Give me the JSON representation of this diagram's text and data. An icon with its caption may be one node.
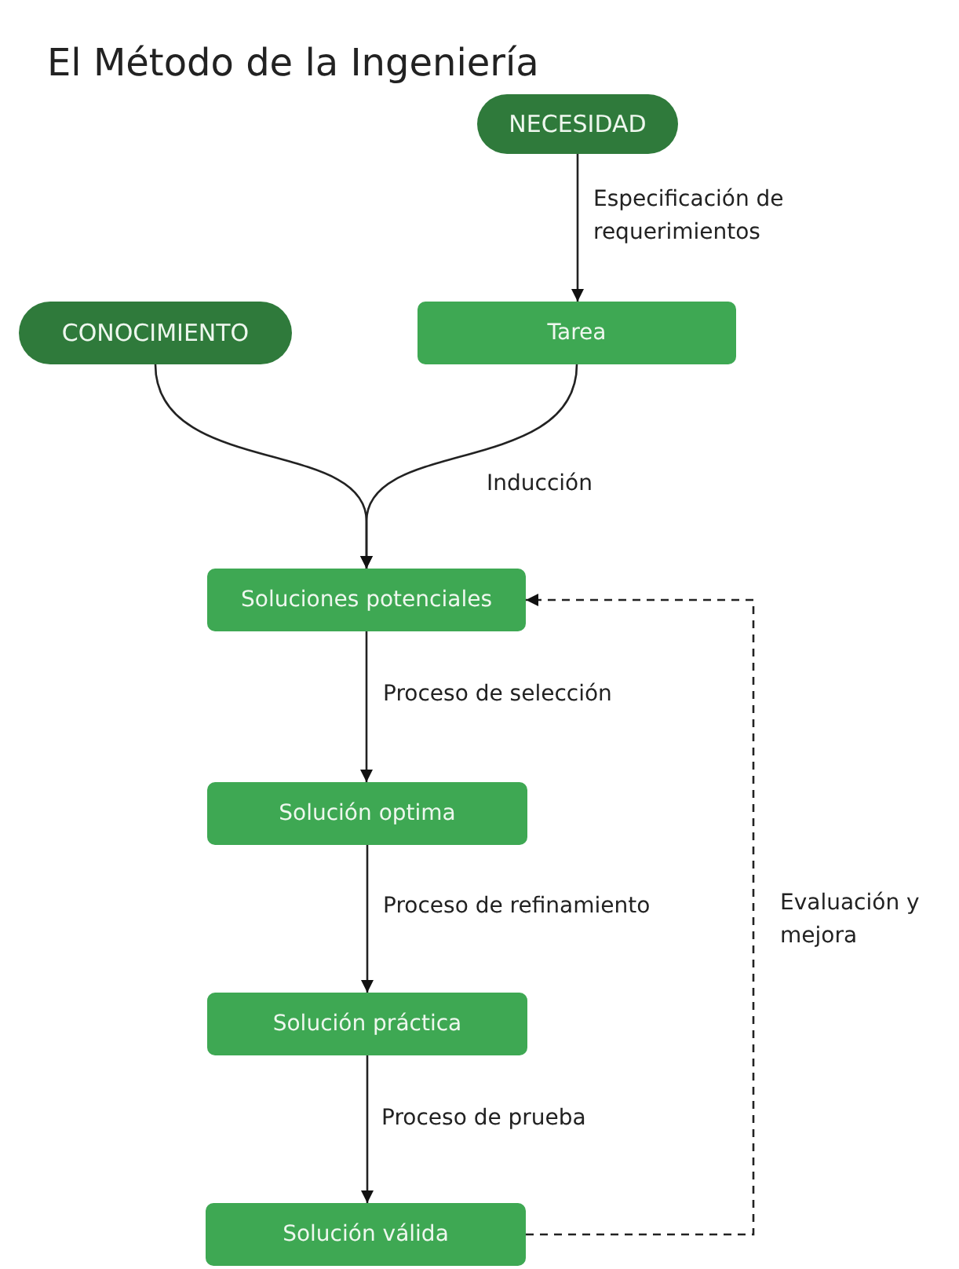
{
  "diagram": {
    "title": "El Método de la Ingeniería",
    "nodes": [
      {
        "text": [
          "NECESIDAD"
        ]
      },
      {
        "text": [
          "CONOCIMIENTO"
        ]
      },
      {
        "text": [
          "Tarea"
        ]
      },
      {
        "text": [
          "Soluciones potenciales"
        ]
      },
      {
        "text": [
          "Solución optima"
        ]
      },
      {
        "text": [
          "Solución práctica"
        ]
      },
      {
        "text": [
          "Solución válida"
        ]
      }
    ],
    "edges": [
      {
        "from": 0,
        "to": 2,
        "arrow": "to",
        "label": "Especificación de requerimientos"
      },
      {
        "from": 1,
        "to": 3,
        "arrow": "to"
      },
      {
        "from": 2,
        "to": 3,
        "arrow": "to",
        "label": "Inducción"
      },
      {
        "from": 3,
        "to": 4,
        "arrow": "to",
        "label": "Proceso de selección"
      },
      {
        "from": 4,
        "to": 5,
        "arrow": "to",
        "label": "Proceso de refinamiento"
      },
      {
        "from": 5,
        "to": 6,
        "arrow": "to",
        "label": "Proceso de prueba"
      },
      {
        "from": 6,
        "to": 3,
        "arrow": "to",
        "style": "dashed",
        "label": "Evaluación y mejora"
      }
    ]
  }
}
